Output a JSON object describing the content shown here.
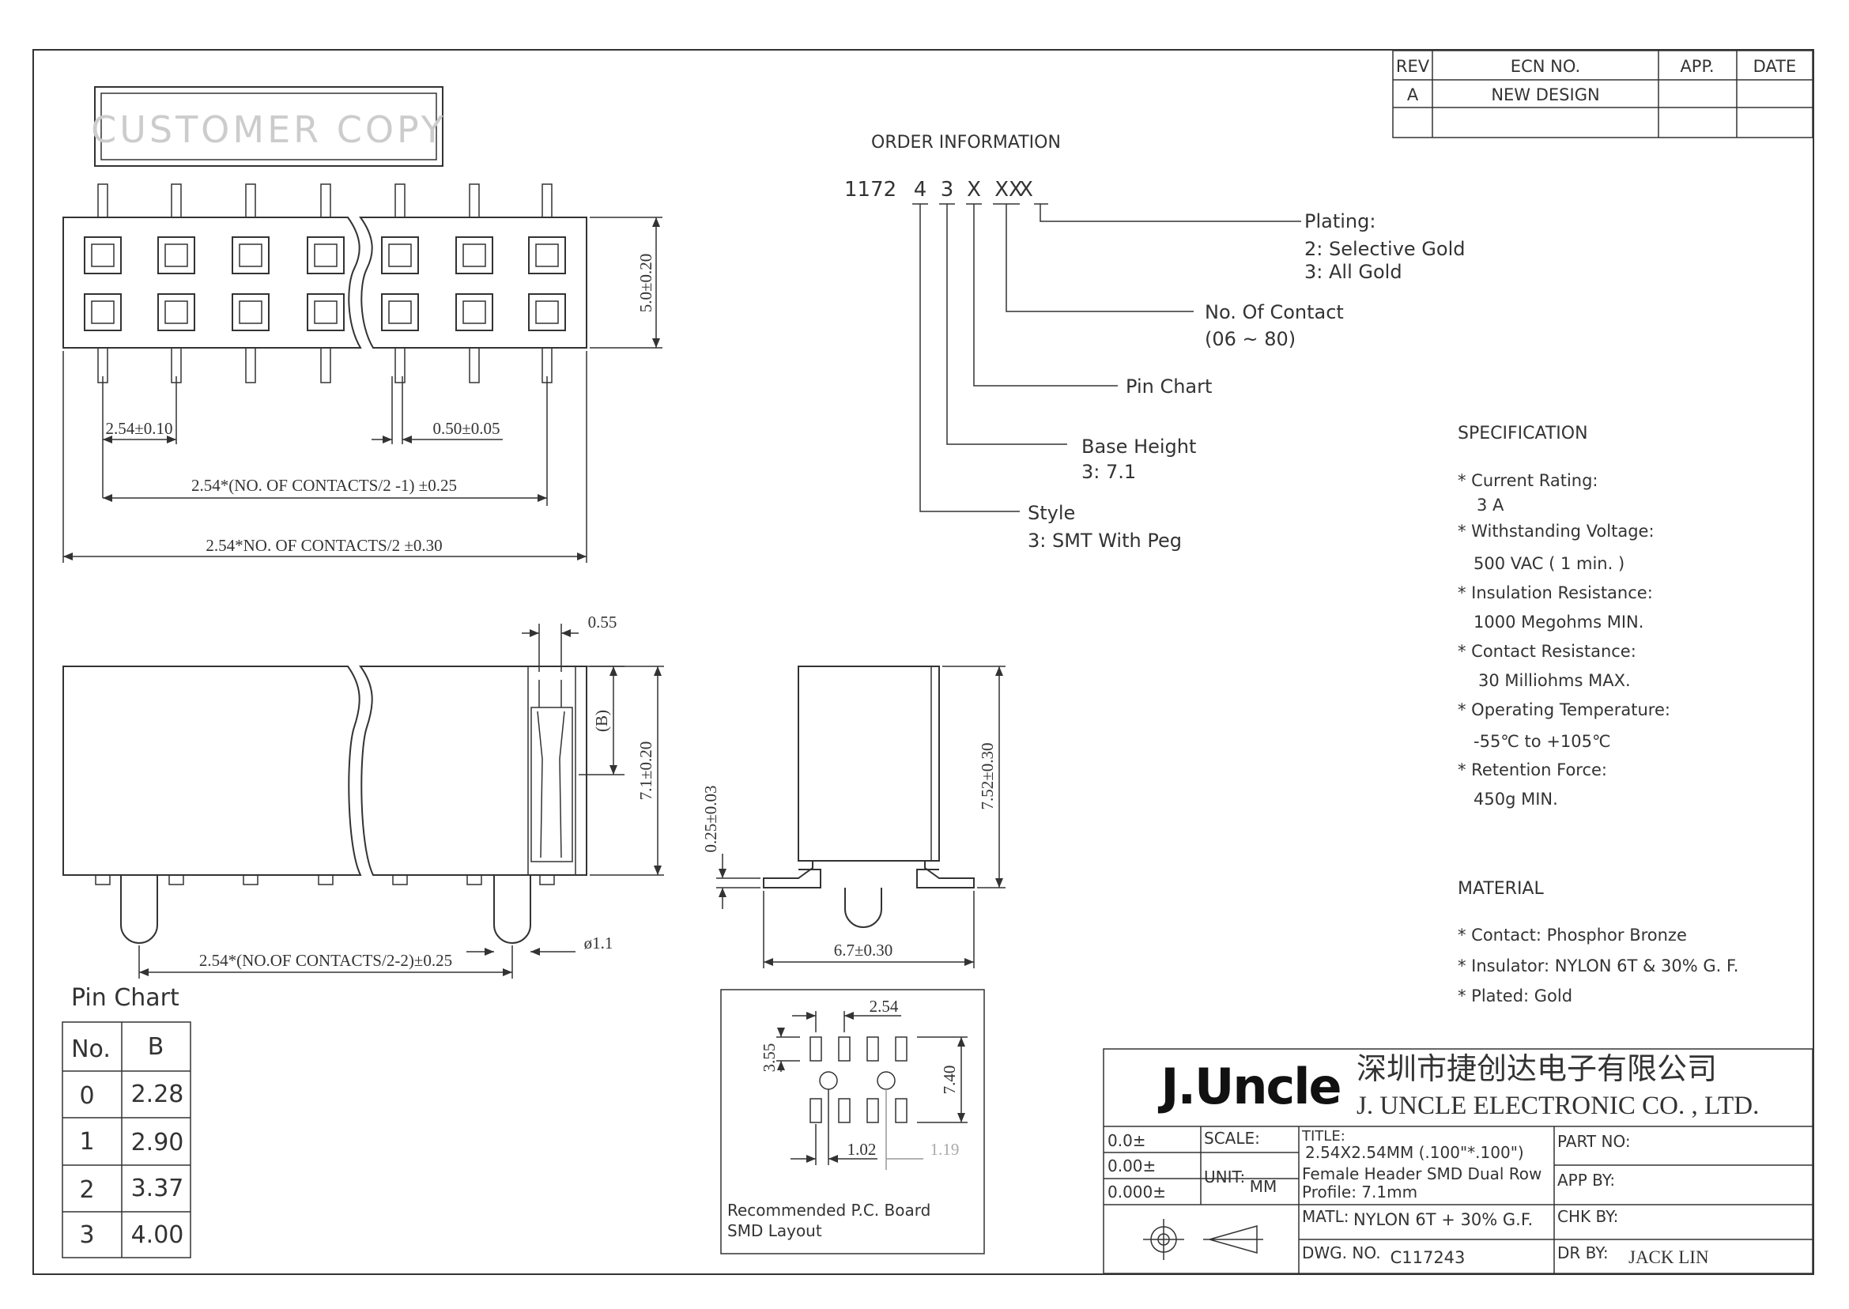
{
  "stamp": "CUSTOMER COPY",
  "revision_table": {
    "headers": [
      "REV",
      "ECN NO.",
      "APP.",
      "DATE"
    ],
    "rows": [
      [
        "A",
        "NEW DESIGN",
        "",
        ""
      ],
      [
        "",
        "",
        "",
        ""
      ]
    ]
  },
  "order_information": {
    "heading": "ORDER INFORMATION",
    "code": [
      "1172",
      "4",
      "3",
      "X",
      "XX",
      "X"
    ],
    "fields": [
      {
        "label": "Plating:",
        "options": [
          "2:  Selective Gold",
          "3:  All Gold"
        ]
      },
      {
        "label": "No. Of Contact",
        "options": [
          "(06 ~ 80)"
        ]
      },
      {
        "label": "Pin Chart",
        "options": []
      },
      {
        "label": "Base Height",
        "options": [
          "3:  7.1"
        ]
      },
      {
        "label": "Style",
        "options": [
          "3:  SMT With Peg"
        ]
      }
    ]
  },
  "specification": {
    "heading": "SPECIFICATION",
    "lines": [
      "* Current Rating:",
      "3 A",
      "* Withstanding Voltage:",
      "500 VAC ( 1 min. )",
      "* Insulation Resistance:",
      "1000 Megohms MIN.",
      "* Contact Resistance:",
      "30 Milliohms MAX.",
      "* Operating Temperature:",
      "-55℃ to +105℃",
      "* Retention Force:",
      "450g MIN."
    ]
  },
  "material": {
    "heading": "MATERIAL",
    "lines": [
      "* Contact:  Phosphor Bronze",
      "* Insulator:  NYLON 6T & 30% G. F.",
      "* Plated:  Gold"
    ]
  },
  "dimensions": {
    "top_height": "5.0±0.20",
    "pitch": "2.54±0.10",
    "pin_width": "0.50±0.05",
    "row_span": "2.54*(NO. OF CONTACTS/2 -1) ±0.25",
    "body_length": "2.54*NO. OF CONTACTS/2 ±0.30",
    "contact_width": "0.55",
    "b_label": "(B)",
    "body_height": "7.1±0.20",
    "peg_span": "2.54*(NO.OF CONTACTS/2-2)±0.25",
    "peg_dia": "ø1.1",
    "tail_thickness": "0.25±0.03",
    "total_height": "7.52±0.30",
    "footprint_width": "6.7±0.30"
  },
  "pin_chart": {
    "title": "Pin Chart",
    "headers": [
      "No.",
      "B"
    ],
    "rows": [
      [
        "0",
        "2.28"
      ],
      [
        "1",
        "2.90"
      ],
      [
        "2",
        "3.37"
      ],
      [
        "3",
        "4.00"
      ]
    ]
  },
  "pcb_layout": {
    "pitch": "2.54",
    "pad_len": "3.55",
    "row_span": "7.40",
    "hole_offset": "1.02",
    "hole_span": "1.19",
    "caption": [
      "Recommended P.C. Board",
      "SMD Layout"
    ]
  },
  "title_block": {
    "logo": "J.Uncle",
    "company_cn": "深圳市捷创达电子有限公司",
    "company_en": "J. UNCLE  ELECTRONIC  CO. , LTD.",
    "tolerances": [
      "0.0±",
      "0.00±",
      "0.000±"
    ],
    "scale_label": "SCALE:",
    "unit_label": "UNIT:",
    "unit_value": "MM",
    "title_label": "TITLE:",
    "title_lines": [
      "2.54X2.54MM (.100\"*.100\")",
      "Female Header SMD Dual Row",
      "Profile: 7.1mm"
    ],
    "matl_label": "MATL:",
    "matl_value": "NYLON 6T + 30% G.F.",
    "dwg_label": "DWG. NO.",
    "dwg_value": "C117243",
    "part_label": "PART NO:",
    "app_label": "APP BY:",
    "chk_label": "CHK BY:",
    "dr_label": "DR BY:",
    "dr_value": "JACK LIN"
  }
}
